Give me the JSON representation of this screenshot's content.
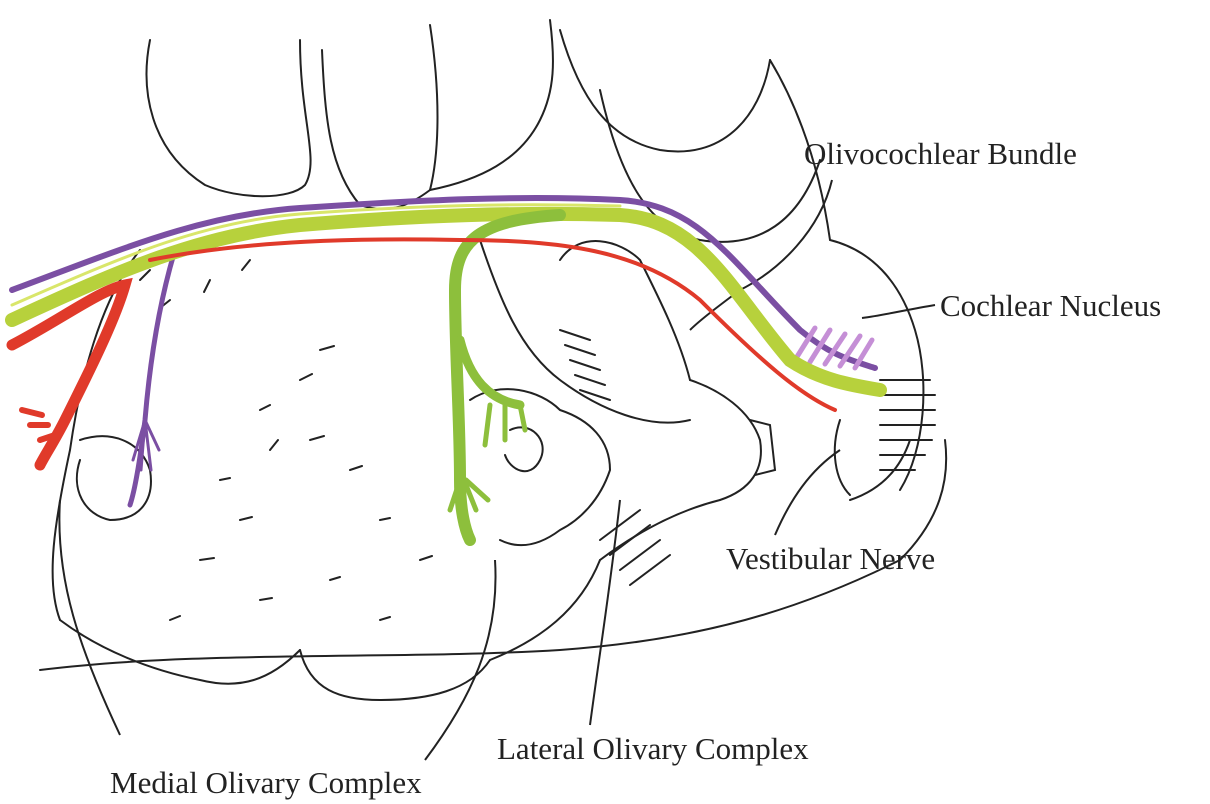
{
  "labels": {
    "olivocochlear_bundle": "Olivocochlear Bundle",
    "cochlear_nucleus": "Cochlear Nucleus",
    "vestibular_nerve": "Vestibular Nerve",
    "lateral_olivary_complex": "Lateral Olivary Complex",
    "medial_olivary_complex": "Medial Olivary Complex"
  },
  "colors": {
    "ink": "#222222",
    "purple_pathway": "#7b4fa3",
    "light_purple_terminals": "#c58fd6",
    "lime_pathway": "#b7d13c",
    "green_pathway": "#8dbf3c",
    "red_pathway": "#e03a2a"
  }
}
